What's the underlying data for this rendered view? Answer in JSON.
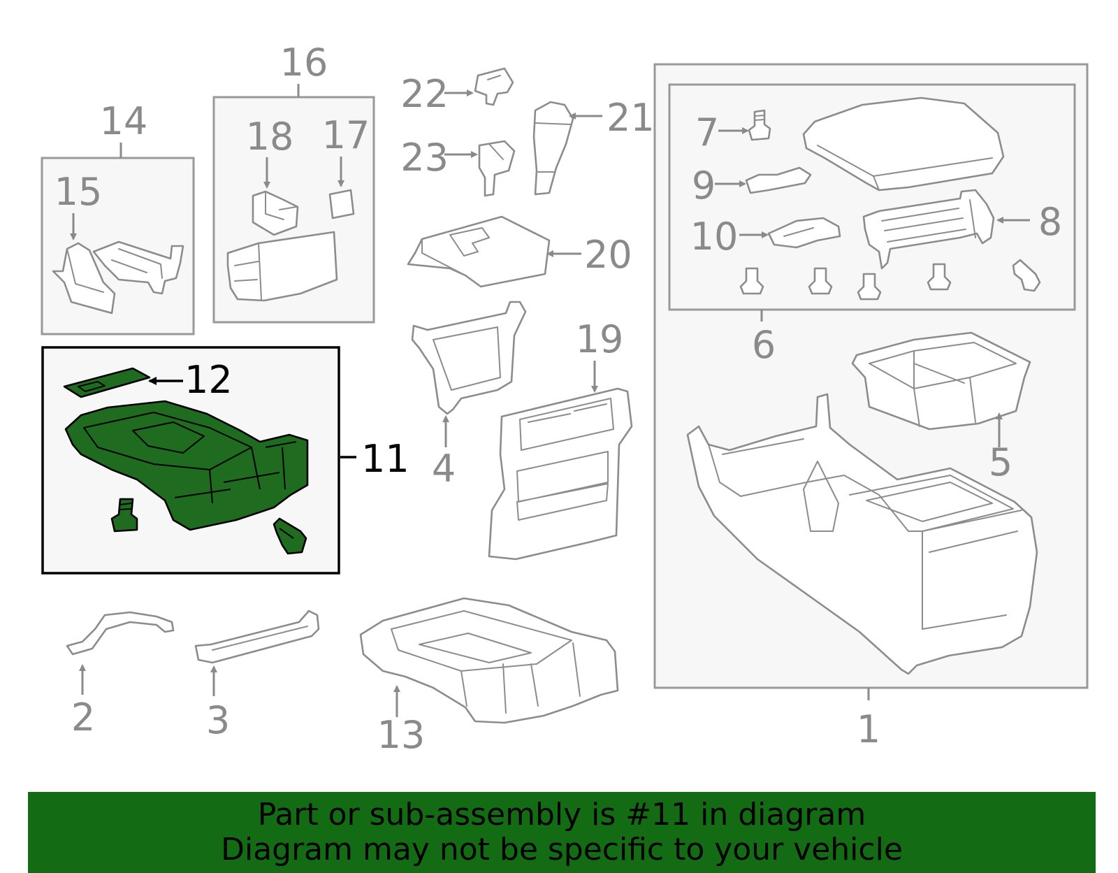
{
  "callouts": {
    "c1": "1",
    "c2": "2",
    "c3": "3",
    "c4": "4",
    "c5": "5",
    "c6": "6",
    "c7": "7",
    "c8": "8",
    "c9": "9",
    "c10": "10",
    "c11": "11",
    "c12": "12",
    "c13": "13",
    "c14": "14",
    "c15": "15",
    "c16": "16",
    "c17": "17",
    "c18": "18",
    "c19": "19",
    "c20": "20",
    "c21": "21",
    "c22": "22",
    "c23": "23"
  },
  "highlighted_part": "11",
  "colors": {
    "highlight_fill": "#1f6b1f",
    "banner_bg": "#136b13",
    "label_gray": "#8a8a8a",
    "text_black": "#000000"
  },
  "banner": {
    "line1": "Part or sub-assembly is #11 in diagram",
    "line2": "Diagram may not be specific to your vehicle"
  }
}
